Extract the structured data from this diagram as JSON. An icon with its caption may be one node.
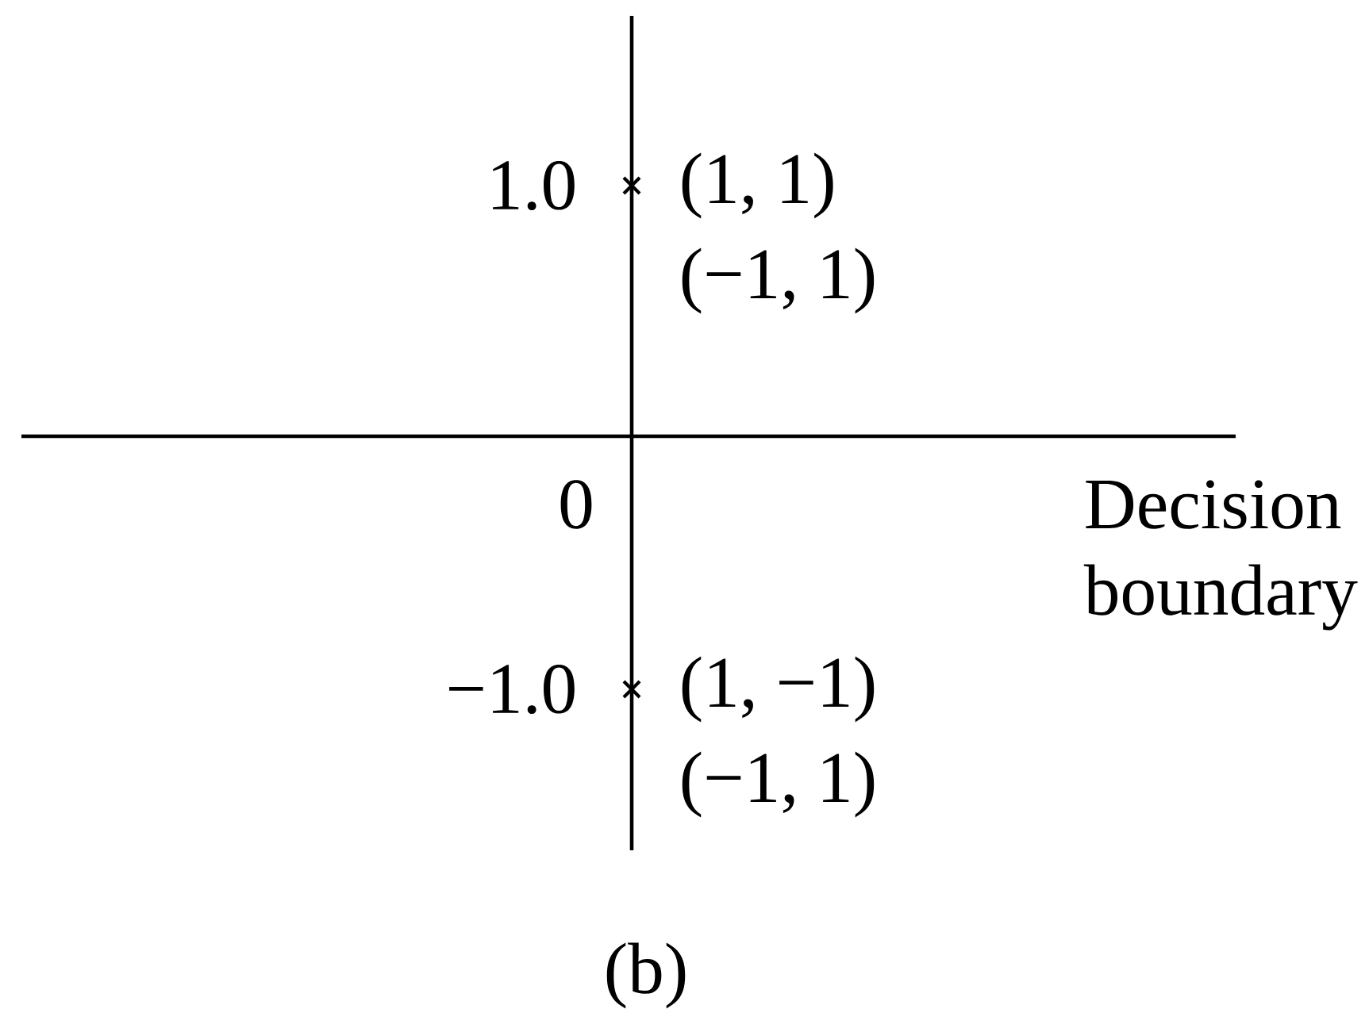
{
  "diagram": {
    "caption": "(b)",
    "labels": [
      "1.0",
      "(1, 1)",
      "(−1, 1)",
      "0",
      "Decision boundary",
      "−1.0",
      "(1, −1)",
      "(−1, 1)"
    ]
  }
}
